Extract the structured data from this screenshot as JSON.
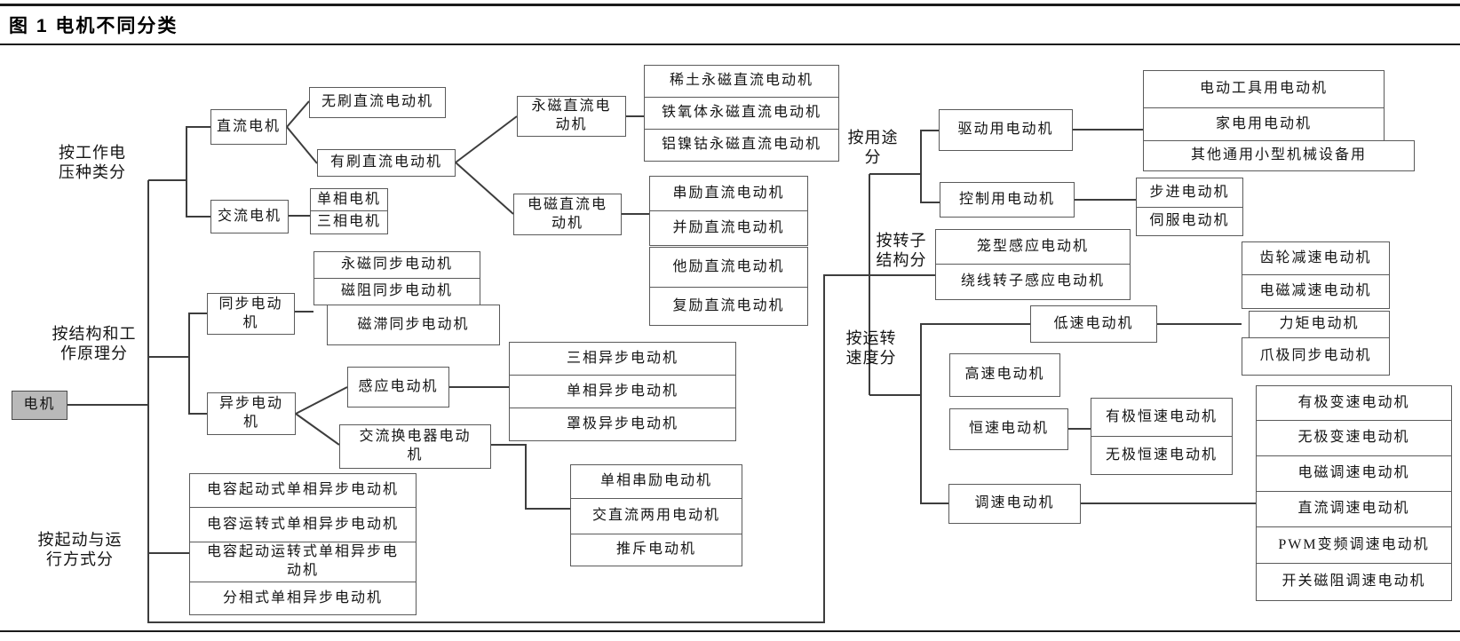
{
  "title": "图 1 电机不同分类",
  "colors": {
    "root_fill": "#b9b9b9",
    "line": "#3d3d3d",
    "box_border": "#5a5a5a"
  },
  "nodes": {
    "root": "电机",
    "cat_voltage": "按工作电压种类分",
    "cat_structure": "按结构和工作原理分",
    "cat_starting": "按起动与运行方式分",
    "cat_use": "按用途分",
    "cat_rotor": "按转子结构分",
    "cat_speed": "按运转速度分",
    "dc": "直流电机",
    "ac": "交流电机",
    "brushless": "无刷直流电动机",
    "brushed": "有刷直流电动机",
    "pm_dc": "永磁直流电动机",
    "em_dc": "电磁直流电动机",
    "rare_earth": "稀土永磁直流电动机",
    "ferrite": "铁氧体永磁直流电动机",
    "alnico": "铝镍钴永磁直流电动机",
    "series_dc": "串励直流电动机",
    "shunt_dc": "并励直流电动机",
    "separate_dc": "他励直流电动机",
    "compound_dc": "复励直流电动机",
    "single_phase": "单相电机",
    "three_phase": "三相电机",
    "sync": "同步电动机",
    "pm_sync": "永磁同步电动机",
    "reluctance_sync": "磁阻同步电动机",
    "hysteresis_sync": "磁滞同步电动机",
    "async": "异步电动机",
    "induction": "感应电动机",
    "ac_commutator": "交流换电器电动机",
    "three_phase_async": "三相异步电动机",
    "single_phase_async": "单相异步电动机",
    "shaded_pole_async": "罩极异步电动机",
    "single_phase_series": "单相串励电动机",
    "universal": "交直流两用电动机",
    "repulsion": "推斥电动机",
    "cap_start": "电容起动式单相异步电动机",
    "cap_run": "电容运转式单相异步电动机",
    "cap_start_run": "电容起动运转式单相异步电动机",
    "split_phase": "分相式单相异步电动机",
    "drive": "驱动用电动机",
    "control": "控制用电动机",
    "power_tool": "电动工具用电动机",
    "appliance": "家电用电动机",
    "other_small": "其他通用小型机械设备用",
    "stepper": "步进电动机",
    "servo": "伺服电动机",
    "cage_induction": "笼型感应电动机",
    "wound_rotor": "绕线转子感应电动机",
    "low_speed": "低速电动机",
    "high_speed": "高速电动机",
    "const_speed": "恒速电动机",
    "adj_speed": "调速电动机",
    "gear_reduction": "齿轮减速电动机",
    "em_reduction": "电磁减速电动机",
    "torque": "力矩电动机",
    "claw_pole": "爪极同步电动机",
    "pole_const": "有极恒速电动机",
    "stepless_const": "无极恒速电动机",
    "pole_var": "有极变速电动机",
    "stepless_var": "无极变速电动机",
    "em_adj": "电磁调速电动机",
    "dc_adj": "直流调速电动机",
    "pwm_adj": "PWM变频调速电动机",
    "sr_adj": "开关磁阻调速电动机"
  }
}
